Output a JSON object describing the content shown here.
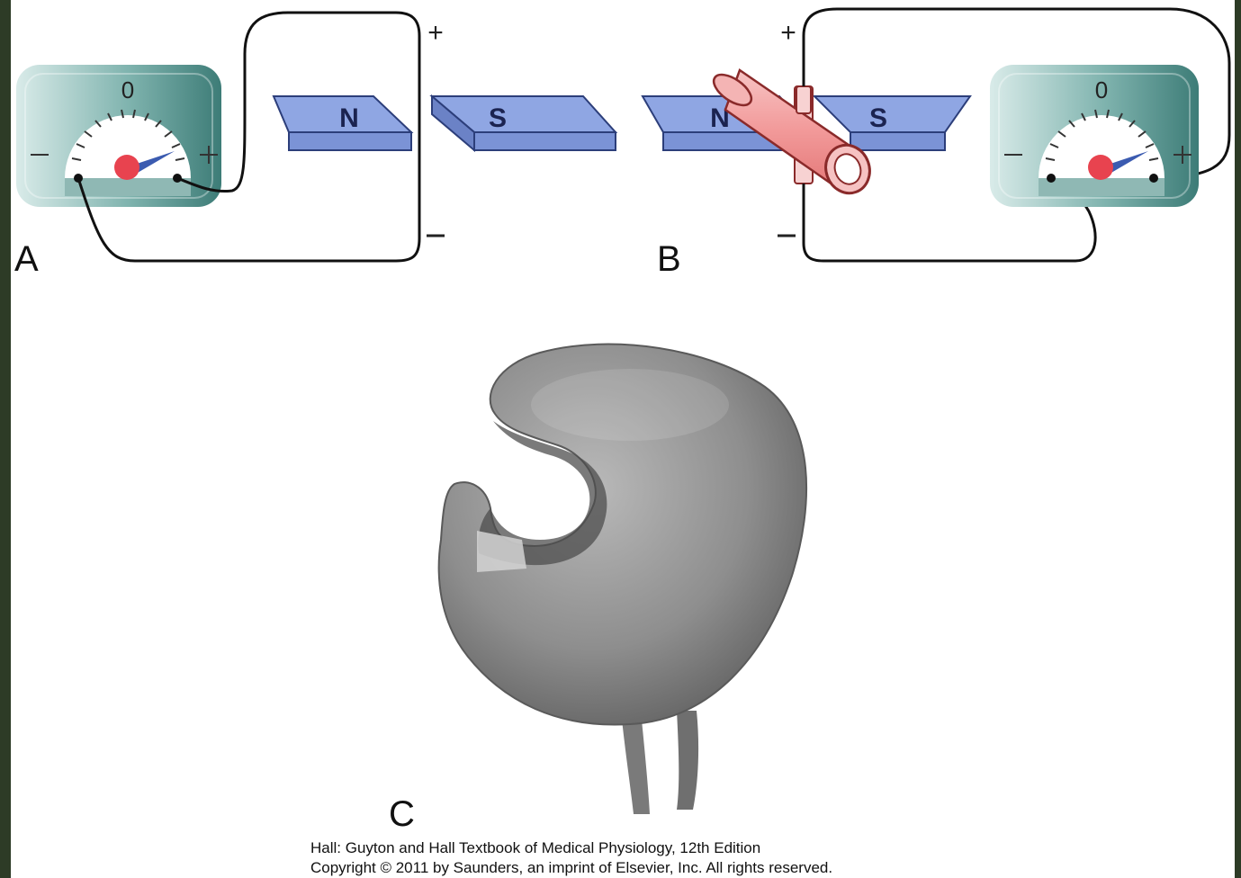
{
  "panels": {
    "a": {
      "letter": "A",
      "meter_zero": "0"
    },
    "b": {
      "letter": "B",
      "meter_zero": "0"
    },
    "c": {
      "letter": "C"
    }
  },
  "magnets": {
    "a": {
      "north": "N",
      "south": "S"
    },
    "b": {
      "north": "N",
      "south": "S"
    }
  },
  "credits": {
    "line1": "Hall: Guyton and Hall Textbook of Medical Physiology, 12th Edition",
    "line2": "Copyright © 2011 by Saunders, an imprint of Elsevier, Inc. All rights reserved."
  },
  "colors": {
    "page_border": "#2d3b26",
    "magnet_fill": "#8fa6e3",
    "magnet_stroke": "#2c3e7a",
    "vessel_fill": "#f2a0a0",
    "meter_body": "#4e8f8a",
    "meter_needle": "#e8434f"
  },
  "icons": {
    "meter": "galvanometer-icon",
    "vessel": "blood-vessel-icon",
    "probe": "flowmeter-probe-photo"
  }
}
